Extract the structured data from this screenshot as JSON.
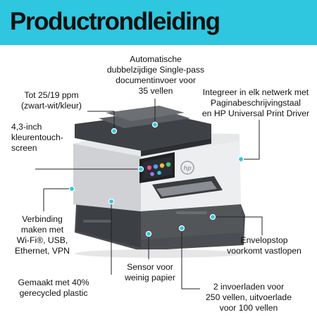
{
  "header": {
    "title": "Productrondleiding",
    "background": "#2fc6e0"
  },
  "accent_dot_color": "#2fc6e0",
  "callouts": {
    "duplex_adf": [
      "Automatische",
      "dubbelzijdige Single-pass",
      "documentinvoer voor",
      "35 vellen"
    ],
    "speed": [
      "Tot 25/19 ppm",
      "(zwart-wit/kleur)"
    ],
    "network": [
      "Integreer in elk netwerk met",
      "Paginabeschrijvingstaal",
      "en HP Universal Print Driver"
    ],
    "touchscreen": [
      "4,3-inch",
      "kleurentouch-",
      "screen"
    ],
    "connectivity": [
      "Verbinding",
      "maken met",
      "Wi-Fi®, USB,",
      "Ethernet, VPN"
    ],
    "envelope_stop": [
      "Envelopstop",
      "voorkomt vastlopen"
    ],
    "sensor": [
      "Sensor voor",
      "weinig papier"
    ],
    "recycled": [
      "Gemaakt met 40%",
      "gerecycled plastic"
    ],
    "trays": [
      "2 invoerladen voor",
      "250 vellen, uitvoerlade",
      "voor 100 vellen"
    ]
  },
  "icons": [
    "hp-logo-icon"
  ]
}
